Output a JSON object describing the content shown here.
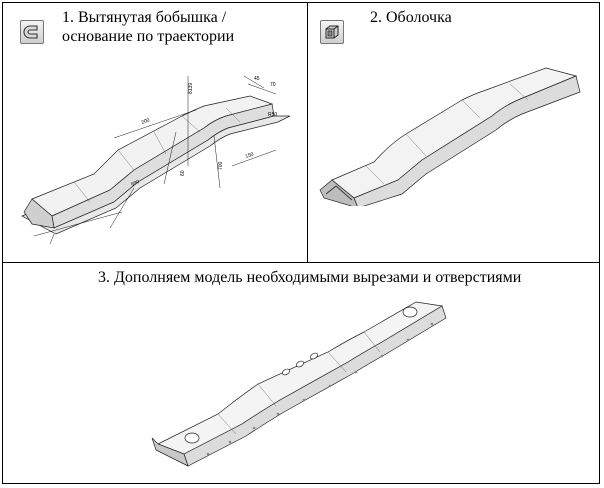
{
  "panel1": {
    "caption_line1": "1. Вытянутая бобышка /",
    "caption_line2": "основание по траектории",
    "icon": "boss-sweep-icon",
    "dims": {
      "d1": "200",
      "d2": "8139",
      "d3": "70",
      "d4": "45",
      "d5": "R50",
      "d6": "150",
      "d7": "690",
      "d8": "60",
      "d9": "700"
    }
  },
  "panel2": {
    "caption": "2. Оболочка",
    "icon": "shell-icon"
  },
  "panel3": {
    "caption": "3. Дополняем модель необходимыми вырезами и отверстиями"
  }
}
